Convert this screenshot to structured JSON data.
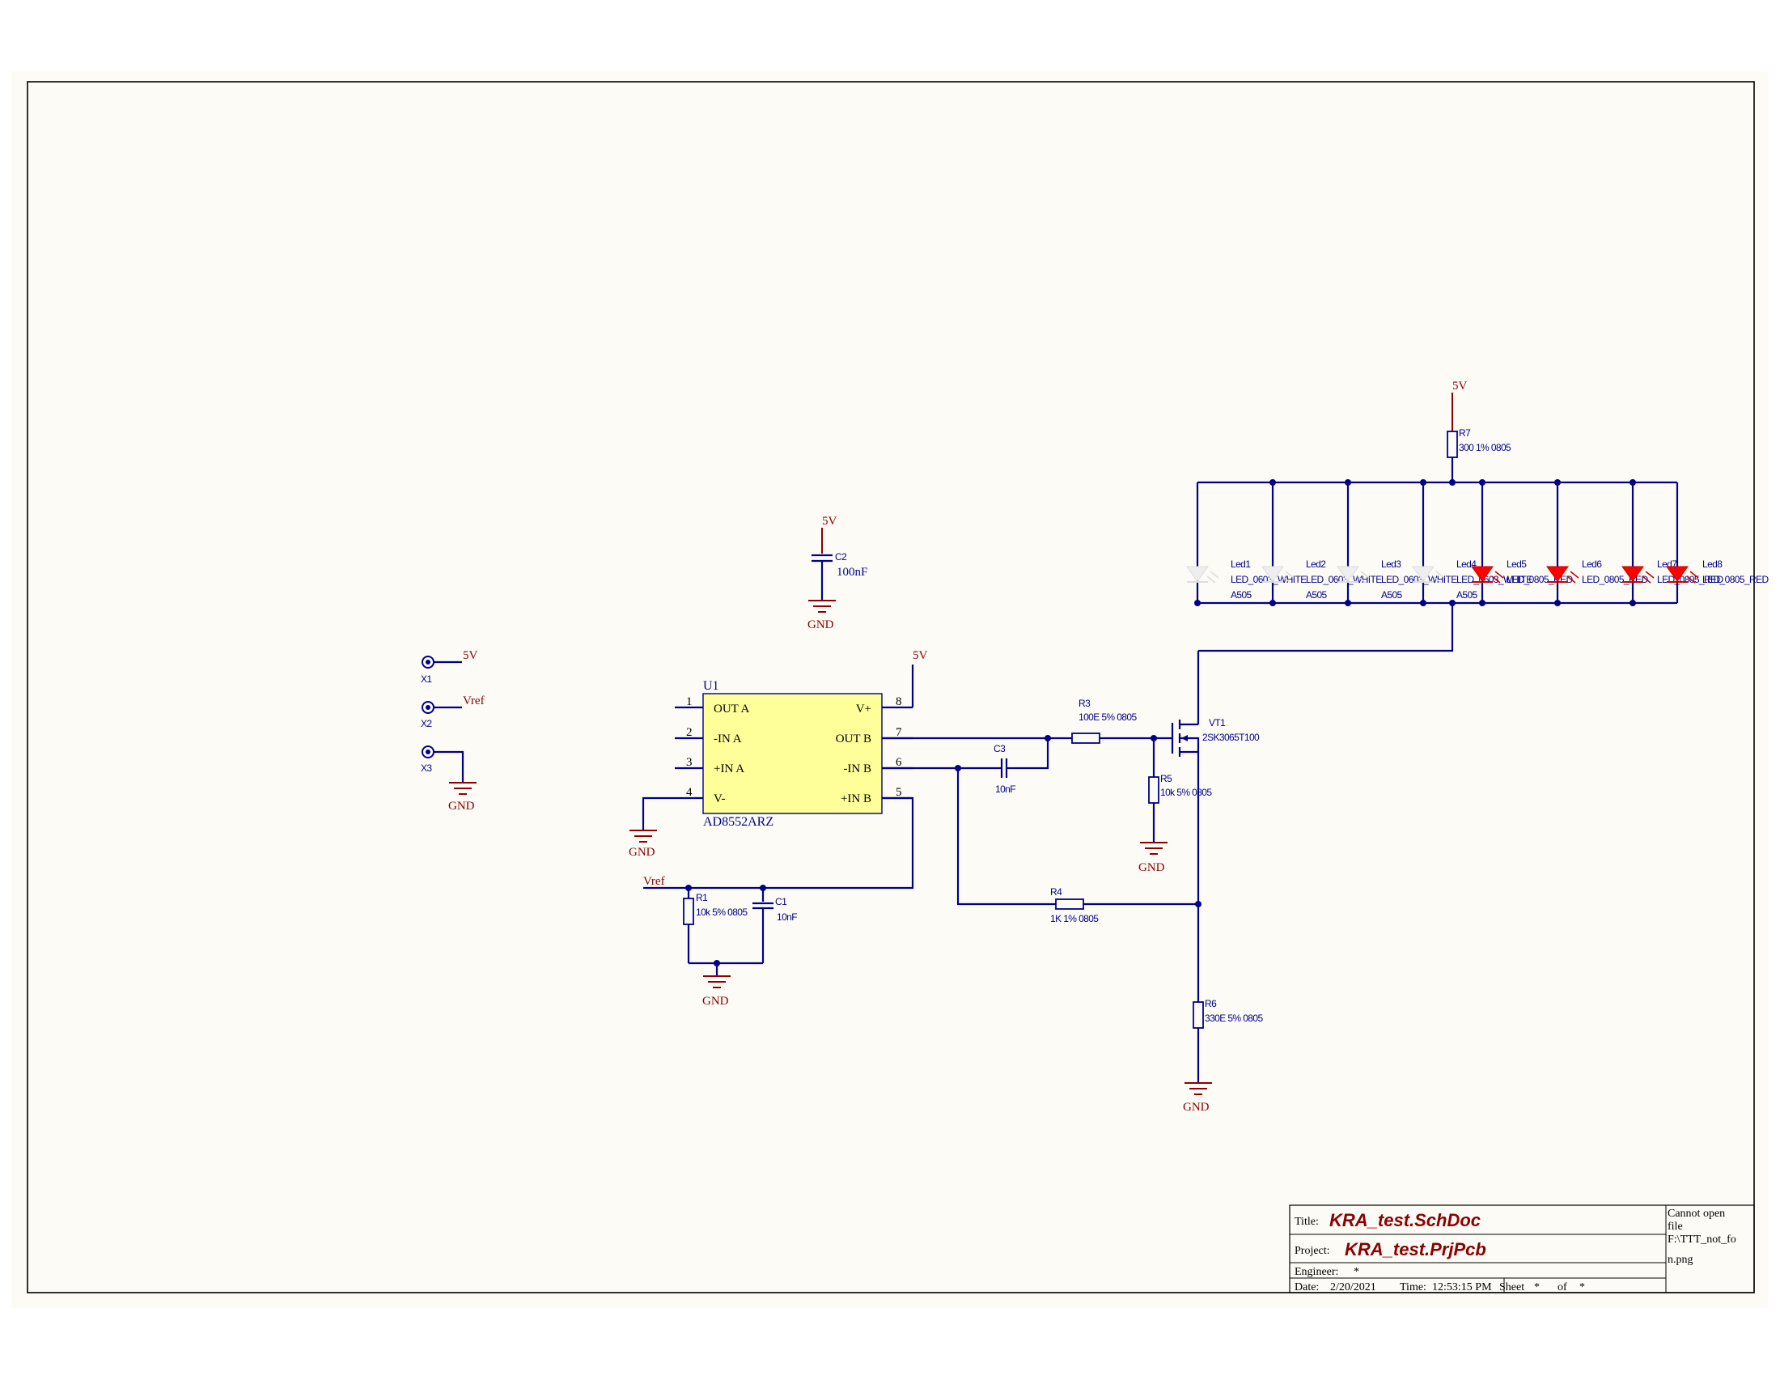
{
  "sheet": {
    "background": "#fdfbf5",
    "border_color": "#000000",
    "wire_color": "#00008b",
    "power_color": "#8b0000",
    "ic_fill": "#ffff99"
  },
  "connectors": [
    {
      "ref": "X1",
      "net": "5V"
    },
    {
      "ref": "X2",
      "net": "Vref"
    },
    {
      "ref": "X3",
      "net": "GND"
    }
  ],
  "power_labels": {
    "c2_top": "5V",
    "c2_gnd": "GND",
    "u1_vplus": "5V",
    "u1_gnd": "GND",
    "vref_in": "Vref",
    "r1_gnd": "GND",
    "r5_gnd": "GND",
    "r6_gnd": "GND",
    "r7_top": "5V"
  },
  "ic": {
    "ref": "U1",
    "part": "AD8552ARZ",
    "left_pins": [
      {
        "num": "1",
        "name": "OUT A"
      },
      {
        "num": "2",
        "name": "-IN A"
      },
      {
        "num": "3",
        "name": "+IN A"
      },
      {
        "num": "4",
        "name": "V-"
      }
    ],
    "right_pins": [
      {
        "num": "8",
        "name": "V+"
      },
      {
        "num": "7",
        "name": "OUT B"
      },
      {
        "num": "6",
        "name": "-IN B"
      },
      {
        "num": "5",
        "name": "+IN B"
      }
    ]
  },
  "components": {
    "c2": {
      "ref": "C2",
      "value": "100nF"
    },
    "r1": {
      "ref": "R1",
      "value": "10k 5% 0805"
    },
    "c1": {
      "ref": "C1",
      "value": "10nF"
    },
    "c3": {
      "ref": "C3",
      "value": "10nF"
    },
    "r3": {
      "ref": "R3",
      "value": "100E 5% 0805"
    },
    "r5": {
      "ref": "R5",
      "value": "10k 5% 0805"
    },
    "r4": {
      "ref": "R4",
      "value": "1K 1% 0805"
    },
    "r6": {
      "ref": "R6",
      "value": "330E 5% 0805"
    },
    "r7": {
      "ref": "R7",
      "value": "300 1% 0805"
    },
    "vt1": {
      "ref": "VT1",
      "value": "2SK3065T100"
    }
  },
  "leds": [
    {
      "ref": "Led1",
      "value": "LED_0603_WHITE",
      "sub": "A505",
      "color": "white"
    },
    {
      "ref": "Led2",
      "value": "LED_0603_WHITE",
      "sub": "A505",
      "color": "white"
    },
    {
      "ref": "Led3",
      "value": "LED_0603_WHITE",
      "sub": "A505",
      "color": "white"
    },
    {
      "ref": "Led4",
      "value": "LED_0603_WHITE",
      "sub": "A505",
      "color": "white"
    },
    {
      "ref": "Led5",
      "value": "LED_0805_RED",
      "sub": "",
      "color": "red"
    },
    {
      "ref": "Led6",
      "value": "LED_0805_RED",
      "sub": "",
      "color": "red"
    },
    {
      "ref": "Led7",
      "value": "LED_0805_RED",
      "sub": "",
      "color": "red"
    },
    {
      "ref": "Led8",
      "value": "LED_0805_RED",
      "sub": "",
      "color": "red"
    }
  ],
  "title_block": {
    "title_label": "Title:",
    "title": "KRA_test.SchDoc",
    "project_label": "Project:",
    "project": "KRA_test.PrjPcb",
    "engineer_label": "Engineer:",
    "engineer": "*",
    "date_label": "Date:",
    "date": "2/20/2021",
    "time_label": "Time:",
    "time": "12:53:15 PM",
    "sheet_label": "Sheet",
    "sheet": "*",
    "of_label": "of",
    "of": "*",
    "logo_line1": "Cannot open",
    "logo_line2": "file",
    "logo_line3": "F:\\TTT_not_fo",
    "logo_line4": "n.png"
  }
}
